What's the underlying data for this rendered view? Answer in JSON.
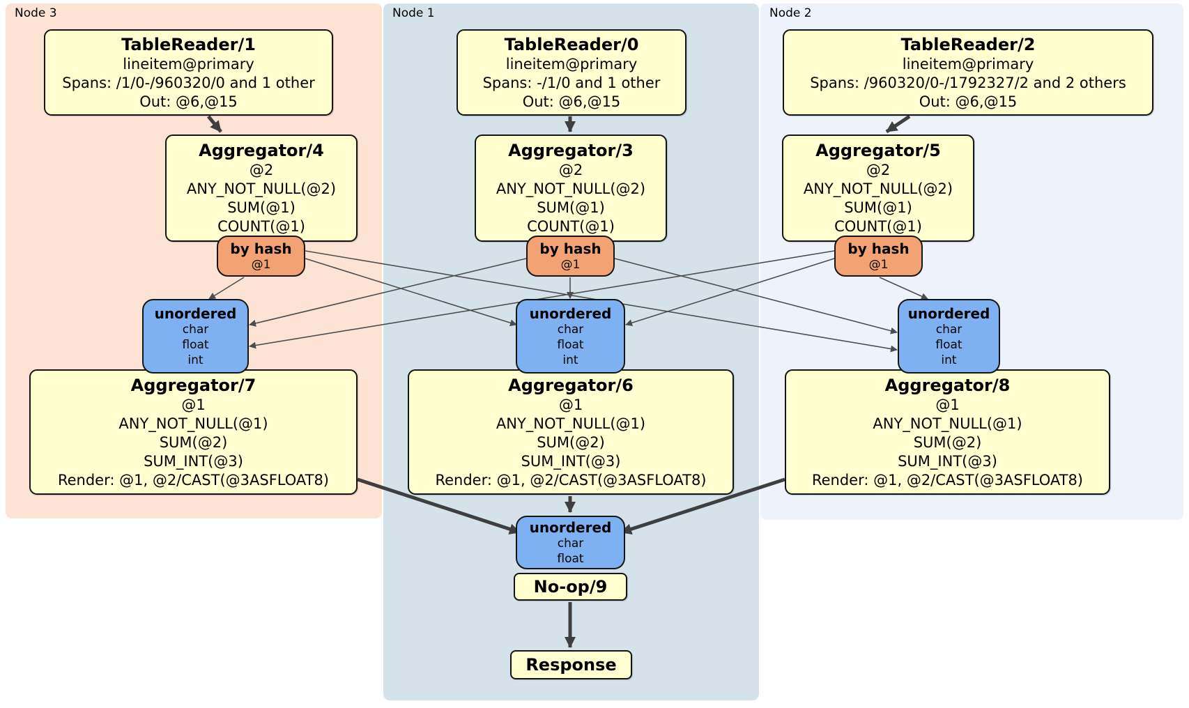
{
  "diagram": {
    "colors": {
      "panel_node3": "#fce3d3",
      "panel_node1": "#d5e2ea",
      "panel_node2": "#edf2fb",
      "box_fill": "#ffffcf",
      "router_fill": "#f3a373",
      "sync_fill": "#7db1f2",
      "edge_thick": "#3f3f3f",
      "edge_thin": "#4d4d4d"
    },
    "panels": {
      "node3": {
        "label": "Node 3"
      },
      "node1": {
        "label": "Node 1"
      },
      "node2": {
        "label": "Node 2"
      }
    },
    "processors": {
      "tablereader1": {
        "title": "TableReader/1",
        "lines": [
          "lineitem@primary",
          "Spans: /1/0-/960320/0 and 1 other",
          "Out: @6,@15"
        ]
      },
      "tablereader0": {
        "title": "TableReader/0",
        "lines": [
          "lineitem@primary",
          "Spans: -/1/0 and 1 other",
          "Out: @6,@15"
        ]
      },
      "tablereader2": {
        "title": "TableReader/2",
        "lines": [
          "lineitem@primary",
          "Spans: /960320/0-/1792327/2 and 2 others",
          "Out: @6,@15"
        ]
      },
      "aggregator4": {
        "title": "Aggregator/4",
        "lines": [
          "@2",
          "ANY_NOT_NULL(@2)",
          "SUM(@1)",
          "COUNT(@1)"
        ]
      },
      "aggregator3": {
        "title": "Aggregator/3",
        "lines": [
          "@2",
          "ANY_NOT_NULL(@2)",
          "SUM(@1)",
          "COUNT(@1)"
        ]
      },
      "aggregator5": {
        "title": "Aggregator/5",
        "lines": [
          "@2",
          "ANY_NOT_NULL(@2)",
          "SUM(@1)",
          "COUNT(@1)"
        ]
      },
      "aggregator7": {
        "title": "Aggregator/7",
        "lines": [
          "@1",
          "ANY_NOT_NULL(@1)",
          "SUM(@2)",
          "SUM_INT(@3)",
          "Render: @1, @2/CAST(@3ASFLOAT8)"
        ]
      },
      "aggregator6": {
        "title": "Aggregator/6",
        "lines": [
          "@1",
          "ANY_NOT_NULL(@1)",
          "SUM(@2)",
          "SUM_INT(@3)",
          "Render: @1, @2/CAST(@3ASFLOAT8)"
        ]
      },
      "aggregator8": {
        "title": "Aggregator/8",
        "lines": [
          "@1",
          "ANY_NOT_NULL(@1)",
          "SUM(@2)",
          "SUM_INT(@3)",
          "Render: @1, @2/CAST(@3ASFLOAT8)"
        ]
      },
      "noop9": {
        "title": "No-op/9"
      },
      "response": {
        "title": "Response"
      }
    },
    "routers": {
      "hash_node3": {
        "title": "by hash",
        "lines": [
          "@1"
        ]
      },
      "hash_node1": {
        "title": "by hash",
        "lines": [
          "@1"
        ]
      },
      "hash_node2": {
        "title": "by hash",
        "lines": [
          "@1"
        ]
      }
    },
    "synchronizers": {
      "unordered_node3": {
        "title": "unordered",
        "lines": [
          "char",
          "float",
          "int"
        ]
      },
      "unordered_node1": {
        "title": "unordered",
        "lines": [
          "char",
          "float",
          "int"
        ]
      },
      "unordered_node2": {
        "title": "unordered",
        "lines": [
          "char",
          "float",
          "int"
        ]
      },
      "unordered_final": {
        "title": "unordered",
        "lines": [
          "char",
          "float"
        ]
      }
    }
  }
}
